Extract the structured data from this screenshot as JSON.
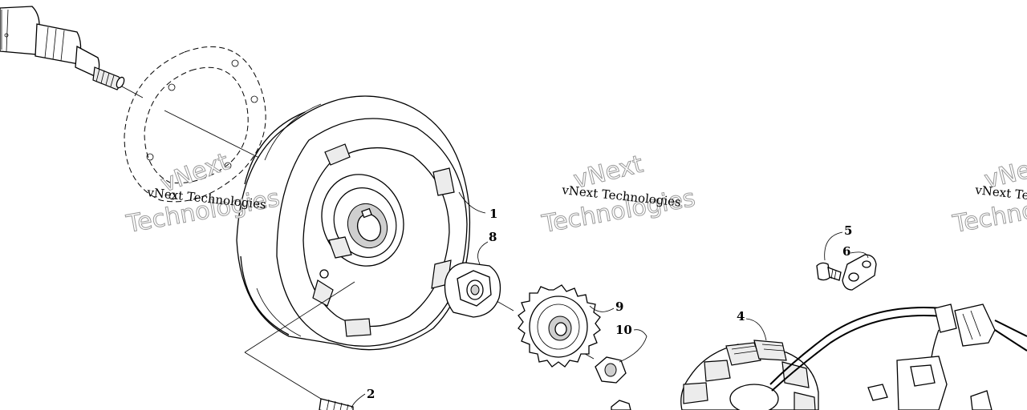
{
  "watermark": {
    "line1": "vNext Technologies",
    "line2": "Technologies",
    "arc": "vNext"
  },
  "callouts": [
    {
      "id": "1",
      "label": "1"
    },
    {
      "id": "2",
      "label": "2"
    },
    {
      "id": "4",
      "label": "4"
    },
    {
      "id": "5",
      "label": "5"
    },
    {
      "id": "6",
      "label": "6"
    },
    {
      "id": "8",
      "label": "8"
    },
    {
      "id": "9",
      "label": "9"
    },
    {
      "id": "10",
      "label": "10"
    }
  ],
  "colors": {
    "line": "#000000",
    "background": "#ffffff",
    "watermark_outline": "#9a9a9a"
  }
}
